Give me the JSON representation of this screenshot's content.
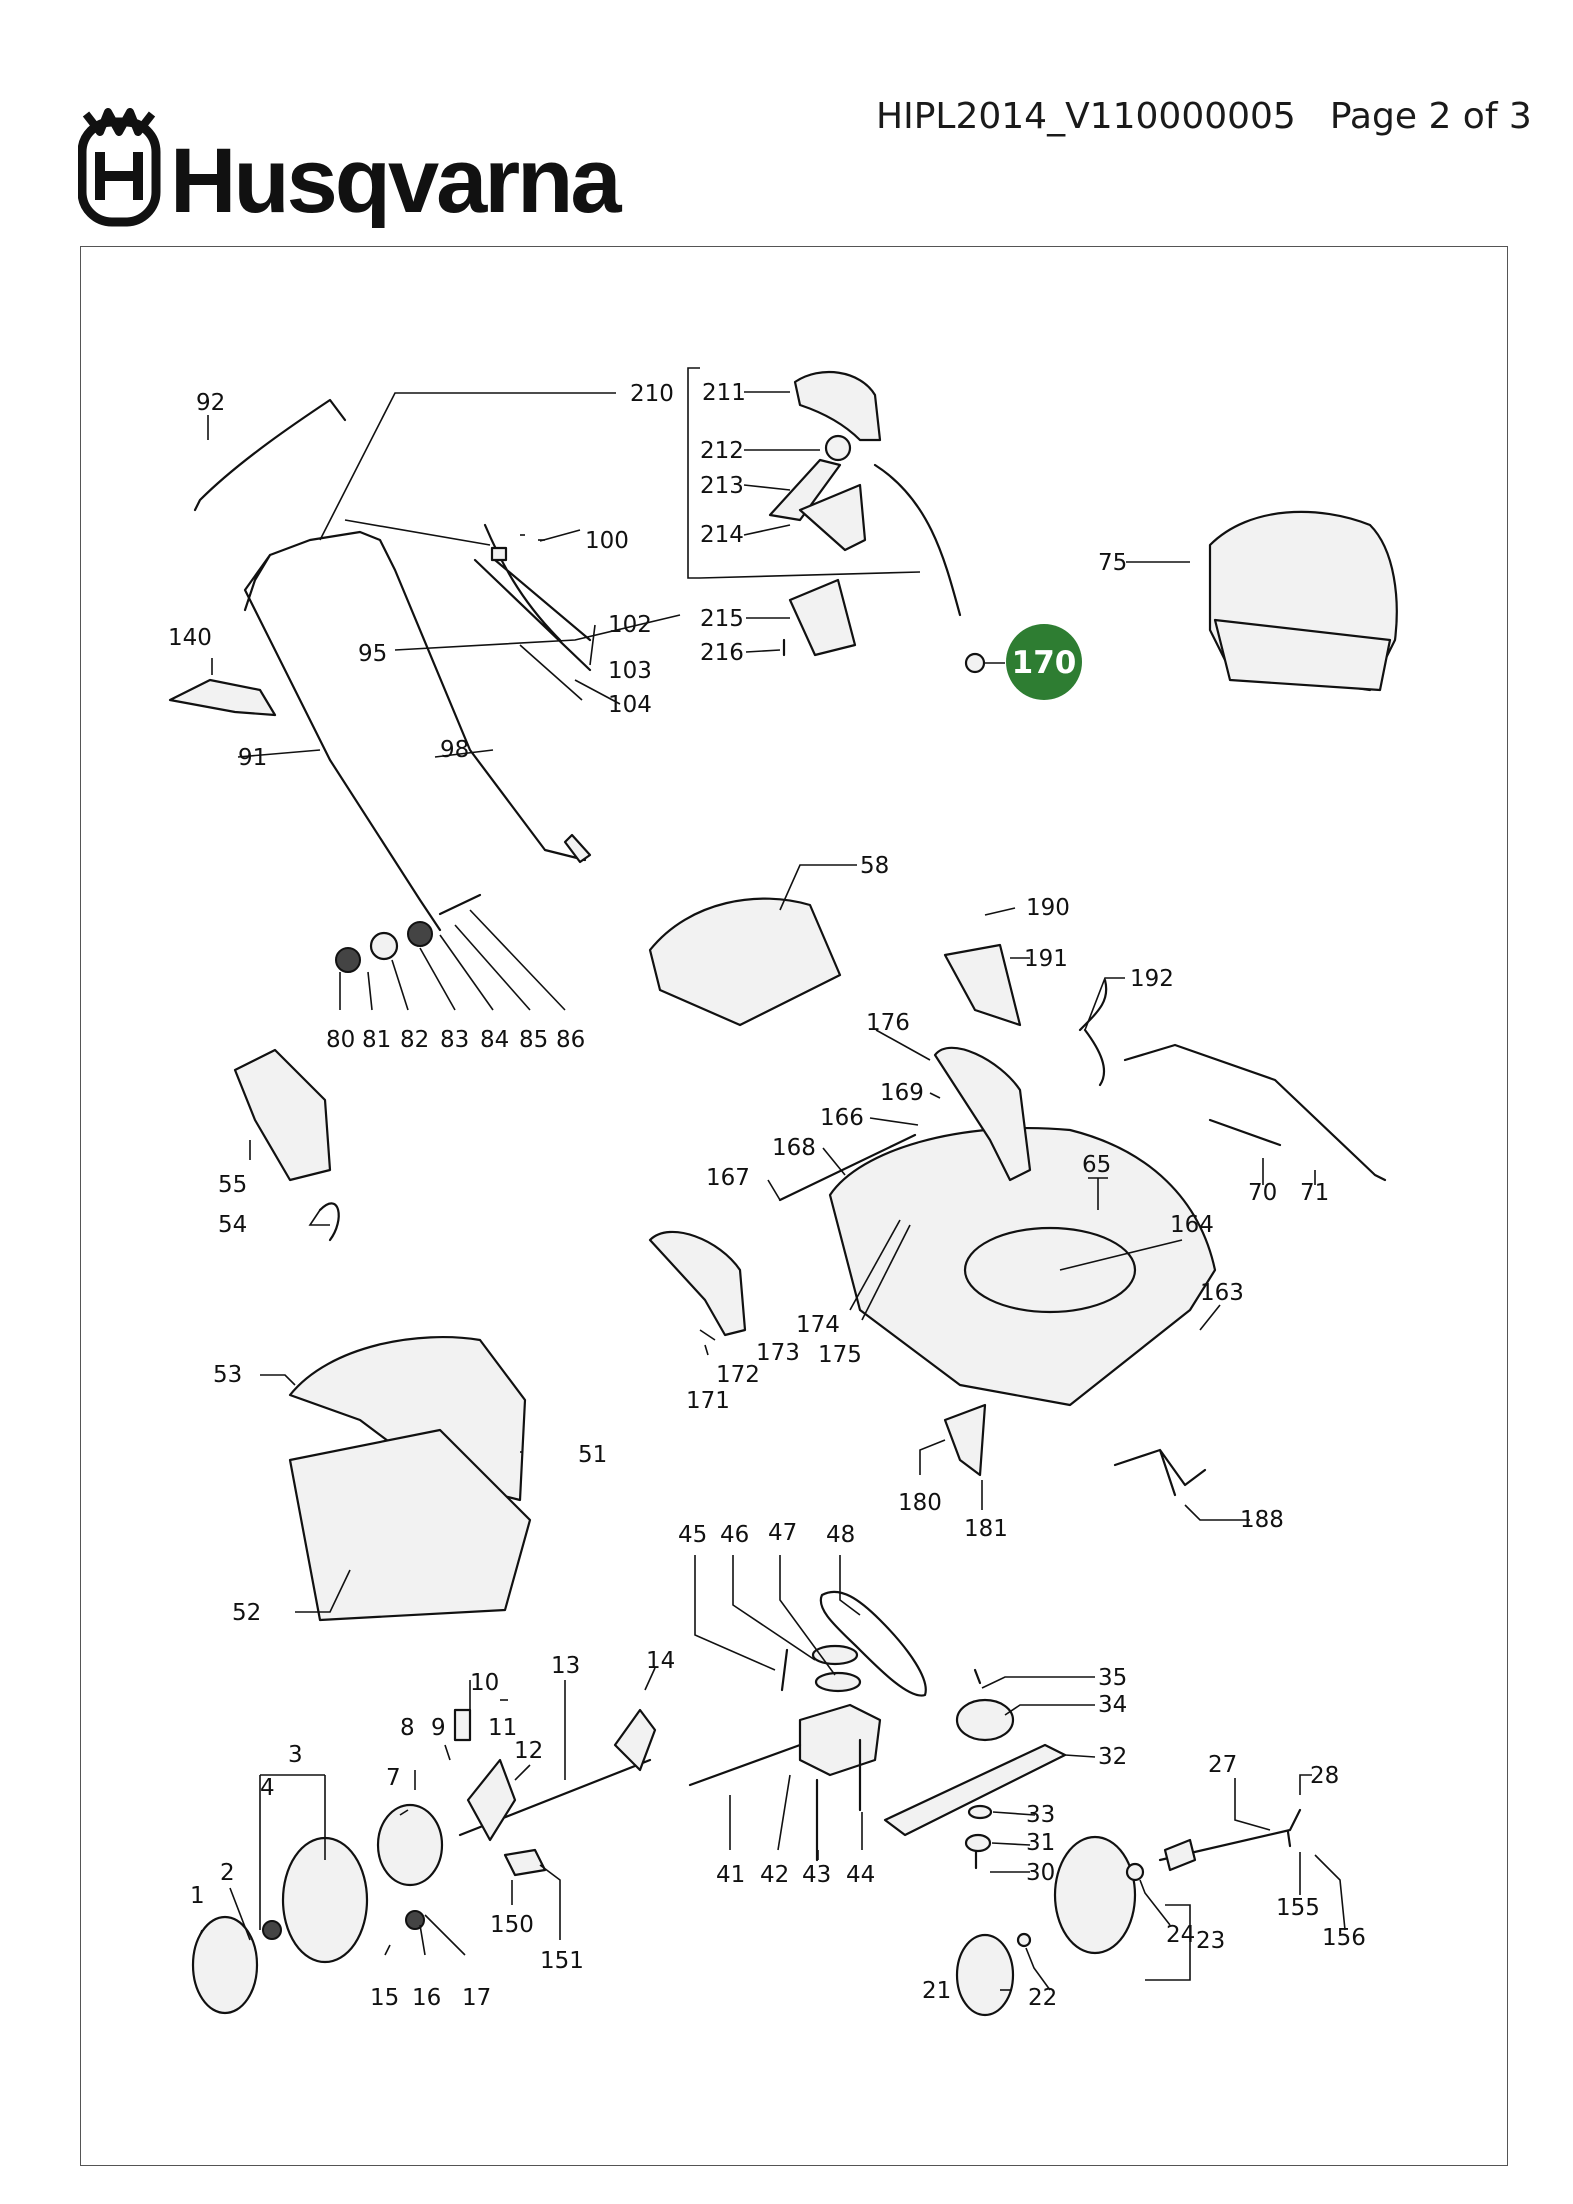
{
  "header": {
    "brand": "Husqvarna",
    "document_id": "HIPL2014_V110000005",
    "page_label": "Page 2 of 3"
  },
  "highlight": {
    "label": "170",
    "color": "#2e7d32"
  },
  "callouts": {
    "c1": "1",
    "c2": "2",
    "c3": "3",
    "c4": "4",
    "c7": "7",
    "c8": "8",
    "c9": "9",
    "c10": "10",
    "c11": "11",
    "c12": "12",
    "c13": "13",
    "c14": "14",
    "c15": "15",
    "c16": "16",
    "c17": "17",
    "c21": "21",
    "c22": "22",
    "c23": "23",
    "c24": "24",
    "c27": "27",
    "c28": "28",
    "c30": "30",
    "c31": "31",
    "c32": "32",
    "c33": "33",
    "c34": "34",
    "c35": "35",
    "c41": "41",
    "c42": "42",
    "c43": "43",
    "c44": "44",
    "c45": "45",
    "c46": "46",
    "c47": "47",
    "c48": "48",
    "c51": "51",
    "c52": "52",
    "c53": "53",
    "c54": "54",
    "c55": "55",
    "c58": "58",
    "c65": "65",
    "c70": "70",
    "c71": "71",
    "c75": "75",
    "c80": "80",
    "c81": "81",
    "c82": "82",
    "c83": "83",
    "c84": "84",
    "c85": "85",
    "c86": "86",
    "c91": "91",
    "c92": "92",
    "c95": "95",
    "c98": "98",
    "c100": "100",
    "c102": "102",
    "c103": "103",
    "c104": "104",
    "c140": "140",
    "c150": "150",
    "c151": "151",
    "c155": "155",
    "c156": "156",
    "c163": "163",
    "c164": "164",
    "c166": "166",
    "c167": "167",
    "c168": "168",
    "c169": "169",
    "c171": "171",
    "c172": "172",
    "c173": "173",
    "c174": "174",
    "c175": "175",
    "c176": "176",
    "c180": "180",
    "c181": "181",
    "c188": "188",
    "c190": "190",
    "c191": "191",
    "c192": "192",
    "c210": "210",
    "c211": "211",
    "c212": "212",
    "c213": "213",
    "c214": "214",
    "c215": "215",
    "c216": "216"
  }
}
